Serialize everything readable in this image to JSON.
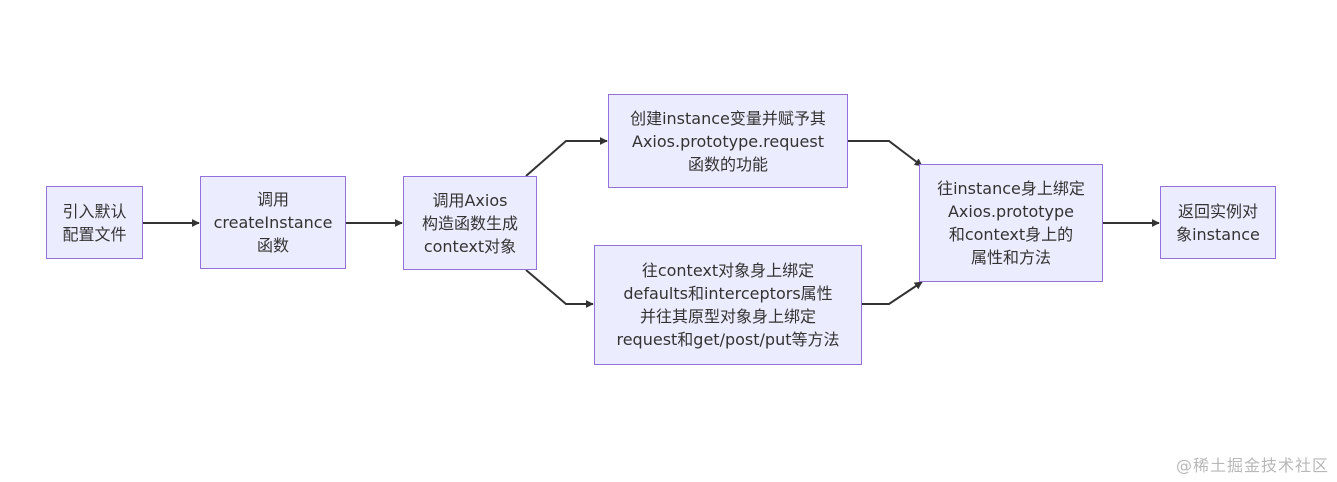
{
  "diagram": {
    "type": "flowchart",
    "colors": {
      "node_fill": "#ececff",
      "node_border": "#9370db",
      "text": "#333333",
      "edge": "#333333",
      "watermark": "#b8b8b8"
    },
    "nodes": [
      {
        "id": "A",
        "label": "引入默认\n配置文件"
      },
      {
        "id": "B",
        "label": "调用\ncreateInstance\n函数"
      },
      {
        "id": "C",
        "label": "调用Axios\n构造函数生成\ncontext对象"
      },
      {
        "id": "D",
        "label": "创建instance变量并赋予其\nAxios.prototype.request\n函数的功能"
      },
      {
        "id": "E",
        "label": "往context对象身上绑定\ndefaults和interceptors属性\n并往其原型对象身上绑定\nrequest和get/post/put等方法"
      },
      {
        "id": "F",
        "label": "往instance身上绑定\nAxios.prototype\n和context身上的\n属性和方法"
      },
      {
        "id": "G",
        "label": "返回实例对\n象instance"
      }
    ],
    "edges": [
      {
        "from": "A",
        "to": "B"
      },
      {
        "from": "B",
        "to": "C"
      },
      {
        "from": "C",
        "to": "D"
      },
      {
        "from": "C",
        "to": "E"
      },
      {
        "from": "D",
        "to": "F"
      },
      {
        "from": "E",
        "to": "F"
      },
      {
        "from": "F",
        "to": "G"
      }
    ]
  },
  "watermark": "@稀土掘金技术社区"
}
